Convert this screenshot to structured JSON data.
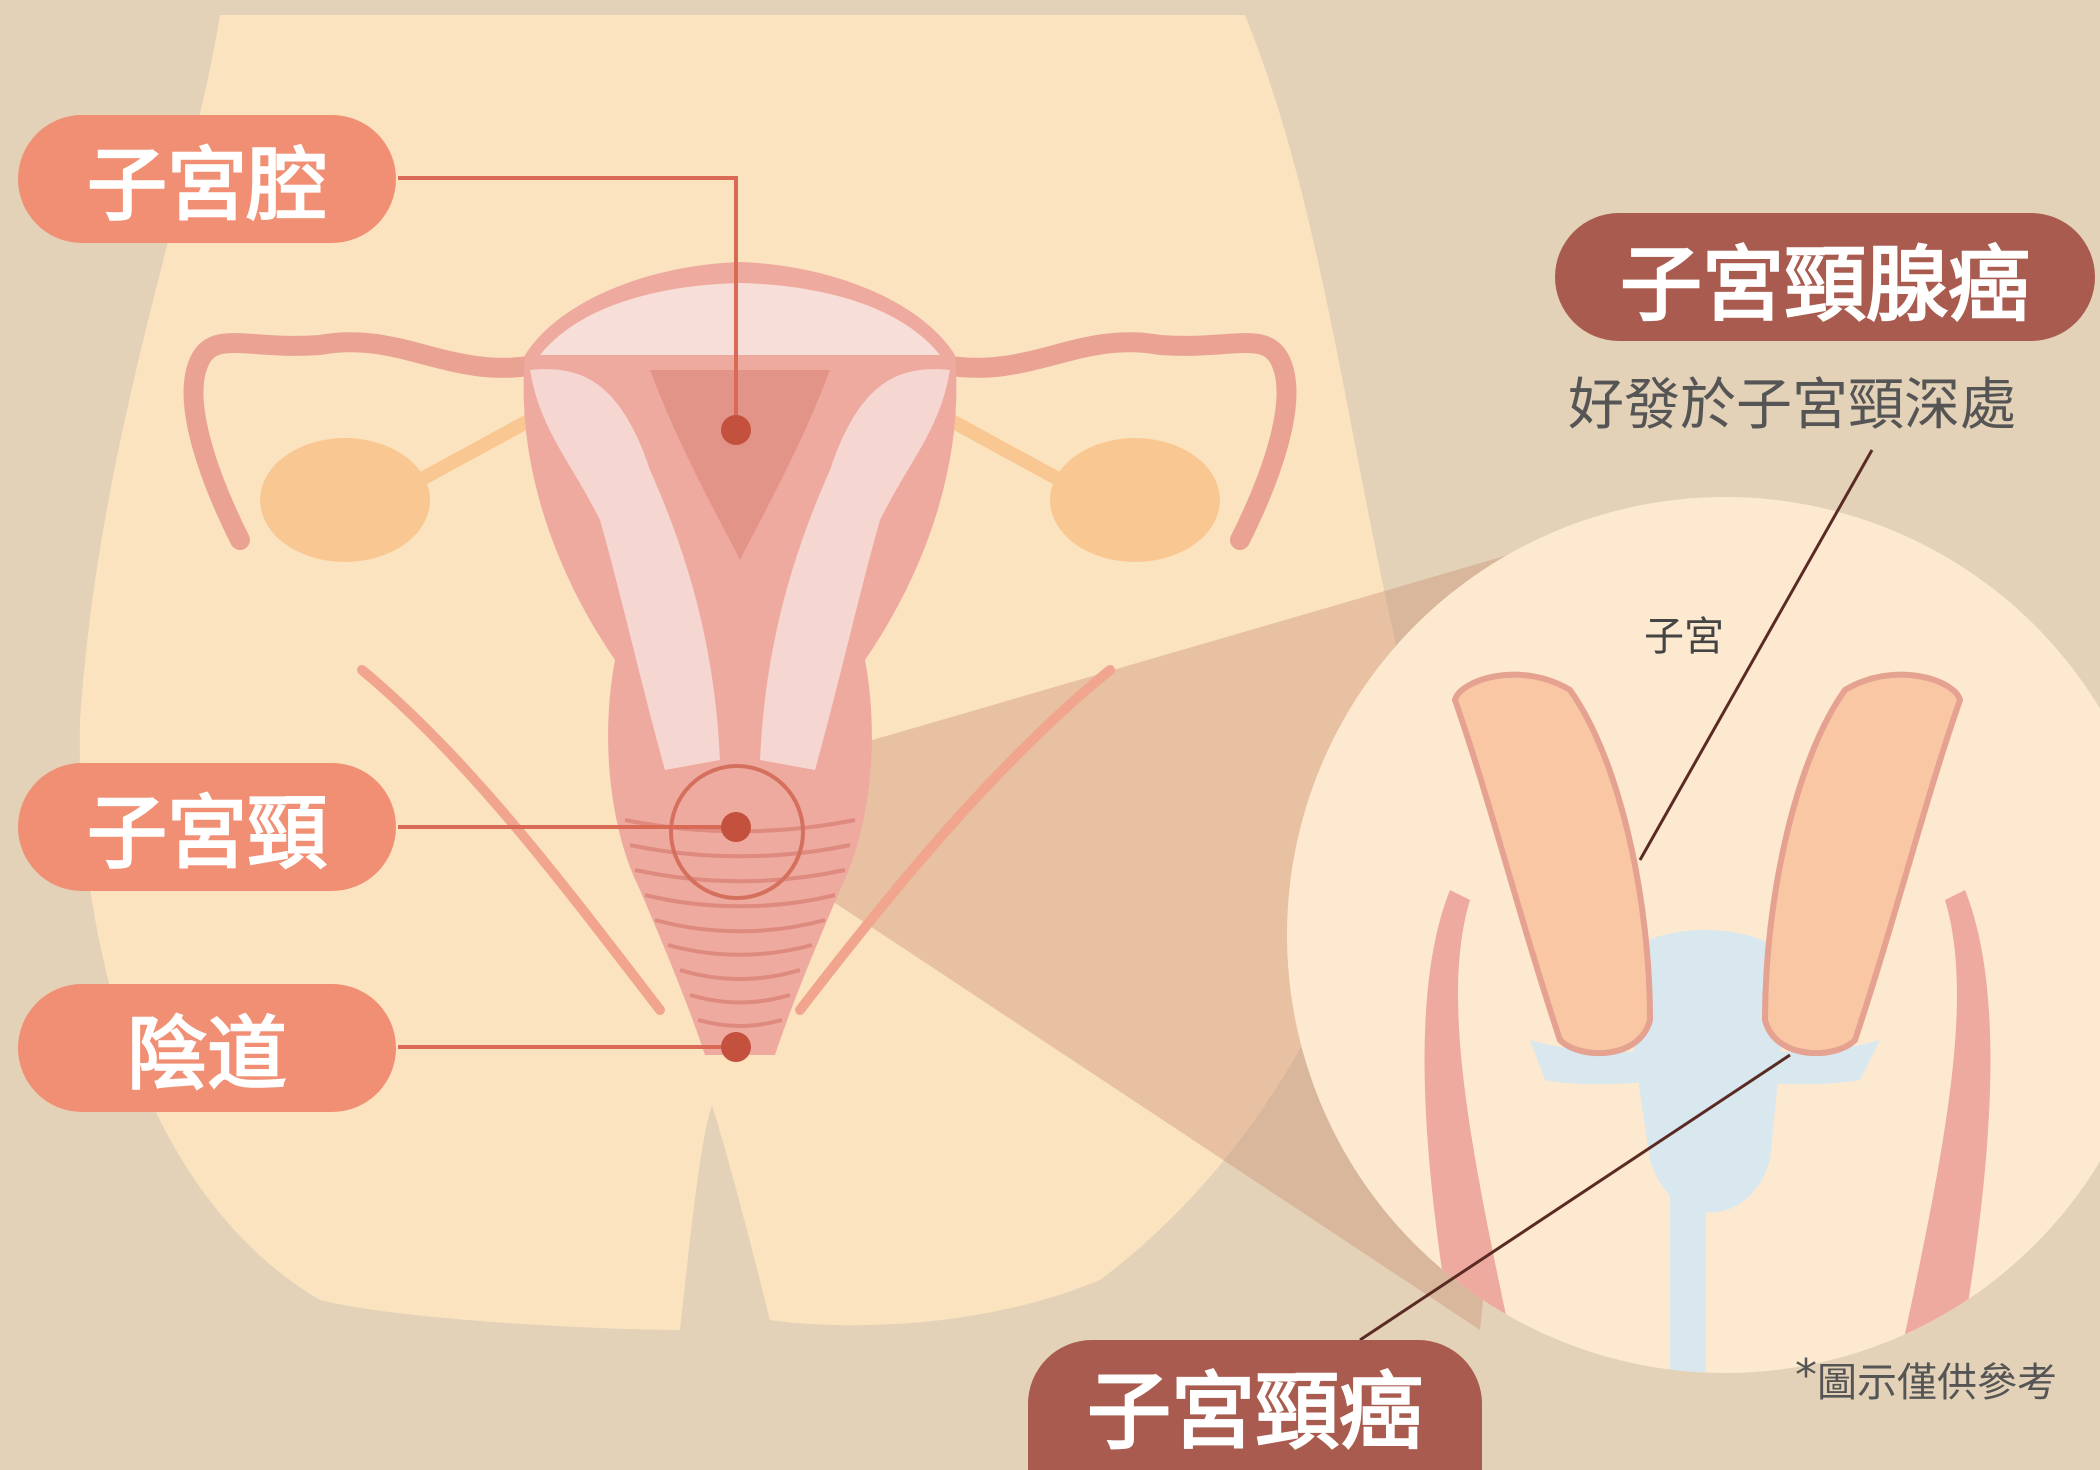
{
  "labels": {
    "uterine_cavity": "子宮腔",
    "cervix": "子宮頸",
    "vagina": "陰道",
    "adenocarcinoma": "子宮頸腺癌",
    "adenocarcinoma_note": "好發於子宮頸深處",
    "cervical_cancer": "子宮頸癌",
    "inset_uterus": "子宮",
    "footnote_star": "*",
    "footnote": "圖示僅供參考"
  },
  "colors": {
    "background": "#e3d2b8",
    "body": "#fbe3bf",
    "label_orange": "#f08f74",
    "label_brown": "#a85b4e",
    "uterus": "#eeaa9f",
    "uterus_muscle": "#f5d6d0",
    "ovary": "#f9c792",
    "leader_line": "#d96a55",
    "cancer_cells": "#d9e7ef"
  }
}
